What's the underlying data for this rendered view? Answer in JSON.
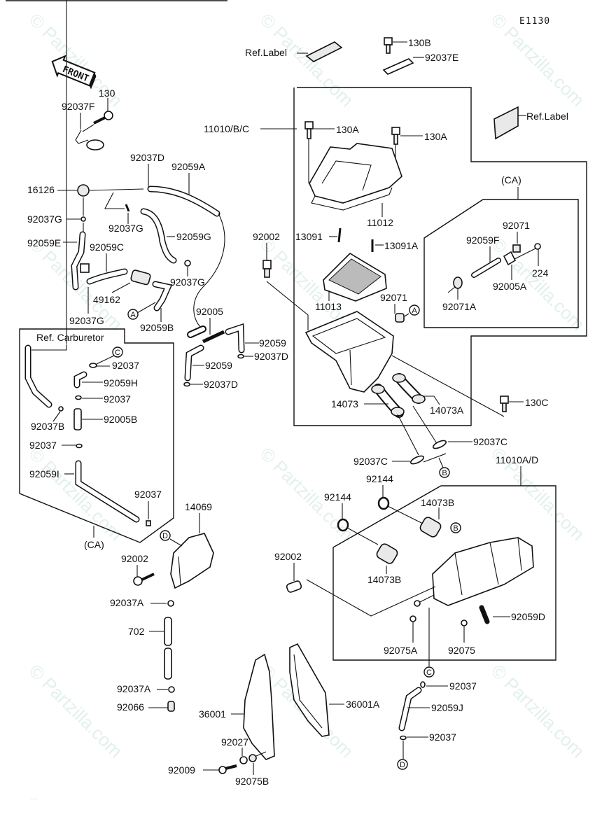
{
  "diagram": {
    "code": "E1130",
    "front_arrow": "FRONT",
    "watermark": "© Partzilla.com",
    "watermark_overlay": "Partzilla.com"
  },
  "labels": {
    "ref_label_top": "Ref.Label",
    "ref_label_right": "Ref.Label",
    "p130B": "130B",
    "p92037E": "92037E",
    "p130": "130",
    "p92037F": "92037F",
    "p11010BC": "11010/B/C",
    "p130A_1": "130A",
    "p130A_2": "130A",
    "p11012": "11012",
    "ca_top": "(CA)",
    "p92071_top": "92071",
    "p92059F": "92059F",
    "p224": "224",
    "p92005A": "92005A",
    "p92071A": "92071A",
    "p92037D_top": "92037D",
    "p92059A": "92059A",
    "p16126": "16126",
    "p92037G_1": "92037G",
    "p92037G_2": "92037G",
    "p92059G": "92059G",
    "p92059E": "92059E",
    "p92059C": "92059C",
    "p92037G_3": "92037G",
    "p49162": "49162",
    "p92037G_4": "92037G",
    "p92059B": "92059B",
    "p92002_mid": "92002",
    "p13091": "13091",
    "p13091A": "13091A",
    "p11013": "11013",
    "p92071_mid": "92071",
    "p92005": "92005",
    "p92059_1": "92059",
    "p92037D_1": "92037D",
    "p92059_2": "92059",
    "p92037D_2": "92037D",
    "ref_carburetor": "Ref. Carburetor",
    "p92037_c1": "92037",
    "p92059H": "92059H",
    "p92037_c2": "92037",
    "p92037B": "92037B",
    "p92005B": "92005B",
    "p92037_c3": "92037",
    "p92059I": "92059I",
    "p92037_c4": "92037",
    "ca_bottom": "(CA)",
    "p14073": "14073",
    "p14073A": "14073A",
    "p130C": "130C",
    "p92037C_1": "92037C",
    "p92037C_2": "92037C",
    "p11010AD": "11010A/D",
    "p92144_1": "92144",
    "p92144_2": "92144",
    "p14073B_1": "14073B",
    "p14073B_2": "14073B",
    "p92002_right": "92002",
    "p92059D": "92059D",
    "p92075A": "92075A",
    "p92075": "92075",
    "p14069": "14069",
    "p92002_left": "92002",
    "p92037A_1": "92037A",
    "p702": "702",
    "p92037A_2": "92037A",
    "p92066": "92066",
    "p36001": "36001",
    "p36001A": "36001A",
    "p92027": "92027",
    "p92009": "92009",
    "p92075B": "92075B",
    "p92037_d1": "92037",
    "p92059J": "92059J",
    "p92037_d2": "92037"
  },
  "refs": {
    "A": "A",
    "B": "B",
    "C": "C",
    "D": "D"
  }
}
